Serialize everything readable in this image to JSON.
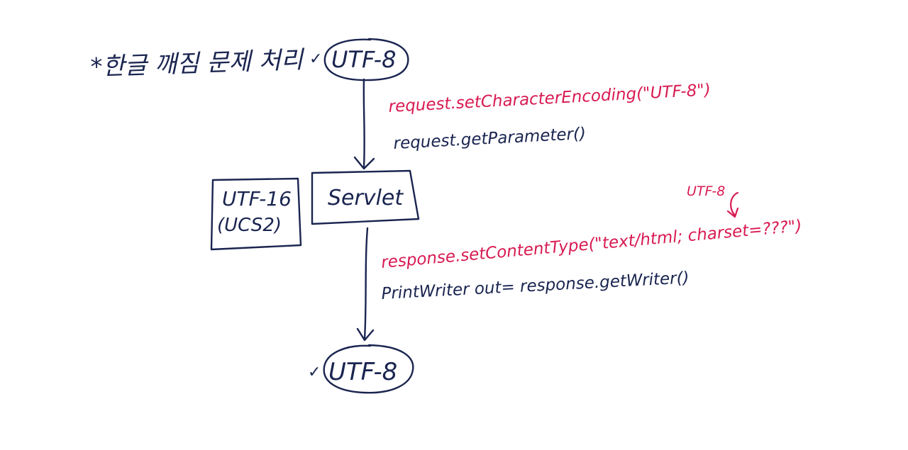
{
  "colors": {
    "ink": "#1a2550",
    "accent": "#d81b52",
    "background": "#ffffff"
  },
  "title": "*한글 깨짐 문제 처리",
  "input_node": {
    "check": "✓",
    "label": "UTF-8"
  },
  "request_calls": {
    "set_encoding": "request.setCharacterEncoding(\"UTF-8\")",
    "get_parameter": "request.getParameter()"
  },
  "internal_box": {
    "line1": "UTF-16",
    "line2": "(UCS2)"
  },
  "servlet_box": {
    "label": "Servlet"
  },
  "charset_note": "UTF-8",
  "response_calls": {
    "set_content_type": "response.setContentType(\"text/html; charset=???\")",
    "get_writer": "PrintWriter out= response.getWriter()"
  },
  "output_node": {
    "check": "✓",
    "label": "UTF-8"
  }
}
